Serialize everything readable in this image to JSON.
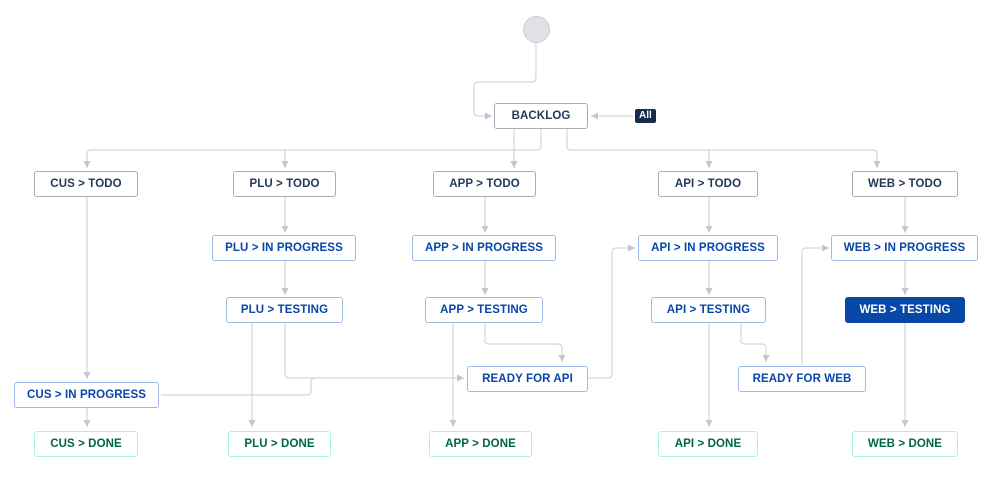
{
  "workflow": {
    "all_label": "All",
    "statuses": {
      "backlog": "BACKLOG",
      "cus_todo": "CUS > TODO",
      "plu_todo": "PLU > TODO",
      "app_todo": "APP > TODO",
      "api_todo": "API > TODO",
      "web_todo": "WEB > TODO",
      "plu_inprogress": "PLU > IN PROGRESS",
      "app_inprogress": "APP > IN PROGRESS",
      "api_inprogress": "API > IN PROGRESS",
      "web_inprogress": "WEB > IN PROGRESS",
      "plu_testing": "PLU > TESTING",
      "app_testing": "APP > TESTING",
      "api_testing": "API > TESTING",
      "web_testing": "WEB > TESTING",
      "ready_api": "READY FOR API",
      "ready_web": "READY FOR WEB",
      "cus_inprogress": "CUS > IN PROGRESS",
      "cus_done": "CUS > DONE",
      "plu_done": "PLU > DONE",
      "app_done": "APP > DONE",
      "api_done": "API > DONE",
      "web_done": "WEB > DONE"
    },
    "selected_status": "WEB > TESTING",
    "colors": {
      "todo_text": "#253858",
      "in_progress_text": "#0747a6",
      "done_text": "#006644",
      "selected_fill": "#0747a6",
      "connector": "#c1c7d0"
    }
  }
}
